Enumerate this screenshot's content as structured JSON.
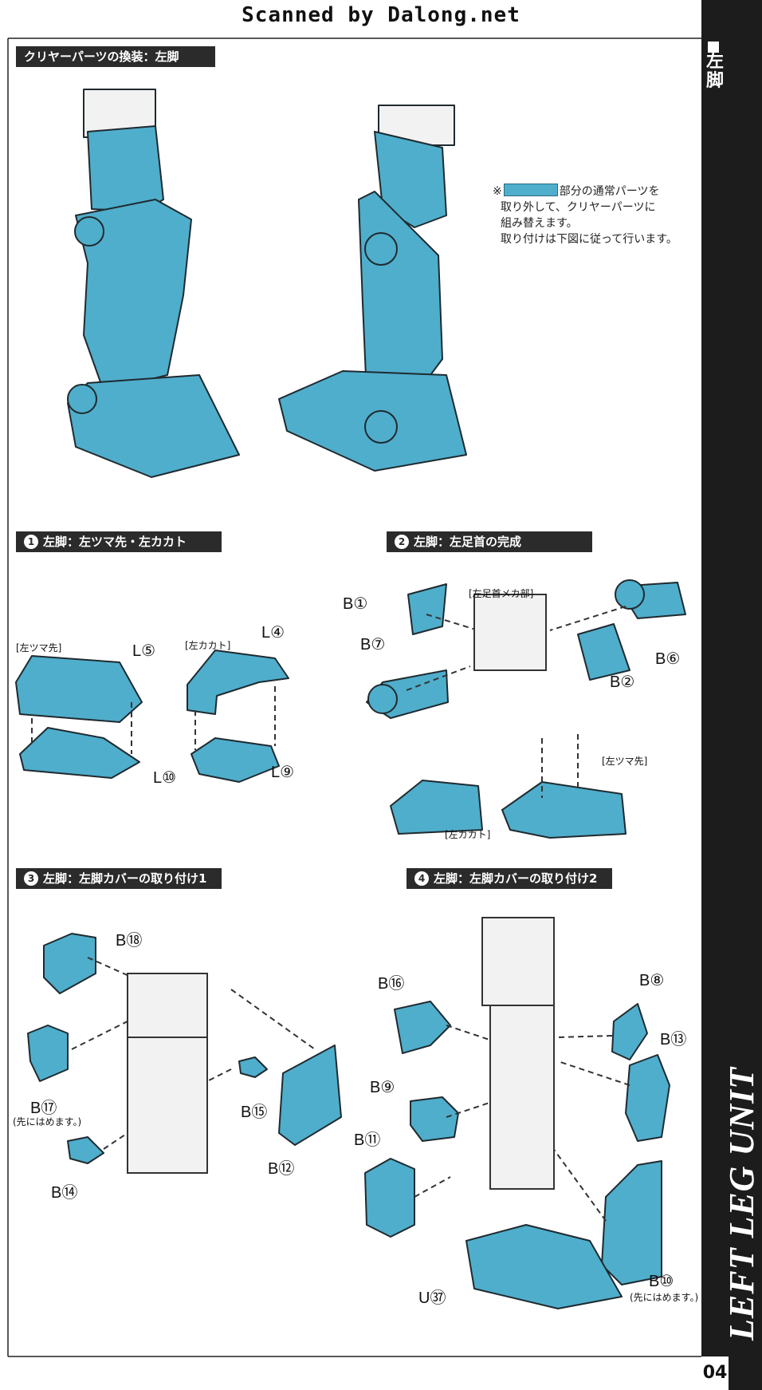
{
  "header": {
    "scan_credit": "Scanned by Dalong.net"
  },
  "sidebar": {
    "kanji": "左脚",
    "title": "LEFT LEG UNIT",
    "page": "04"
  },
  "top_section": {
    "title": "クリヤーパーツの換装：左脚",
    "note_mark": "※",
    "note_line1": "部分の通常パーツを",
    "note_line2": "取り外して、クリヤーパーツに",
    "note_line3": "組み替えます。",
    "note_line4": "取り付けは下図に従って行います。"
  },
  "steps": [
    {
      "num": "1",
      "title": "左脚：左ツマ先・左カカト"
    },
    {
      "num": "2",
      "title": "左脚：左足首の完成"
    },
    {
      "num": "3",
      "title": "左脚：左脚カバーの取り付け1"
    },
    {
      "num": "4",
      "title": "左脚：左脚カバーの取り付け2"
    }
  ],
  "step1": {
    "toe_label": "[左ツマ先]",
    "heel_label": "[左カカト]",
    "p1": "L⑤",
    "p2": "L④",
    "p3": "L⑩",
    "p4": "L⑨"
  },
  "step2": {
    "mech_label": "[左足首メカ部]",
    "toe_label": "[左ツマ先]",
    "heel_label": "[左カカト]",
    "p1": "B①",
    "p2": "B⑦",
    "p3": "B②",
    "p4": "B⑥"
  },
  "step3": {
    "p1": "B⑱",
    "p2": "B⑰",
    "note": "(先にはめます。)",
    "p3": "B⑭",
    "p4": "B⑮",
    "p5": "B⑫"
  },
  "step4": {
    "p1": "B⑯",
    "p2": "B⑧",
    "p3": "B⑬",
    "p4": "B⑨",
    "p5": "B⑪",
    "p6": "U㊲",
    "p7": "B⑩",
    "note": "(先にはめます。)"
  },
  "colors": {
    "part_blue": "#4faecb",
    "outline": "#1f2a30",
    "bar": "#2b2b2b"
  }
}
